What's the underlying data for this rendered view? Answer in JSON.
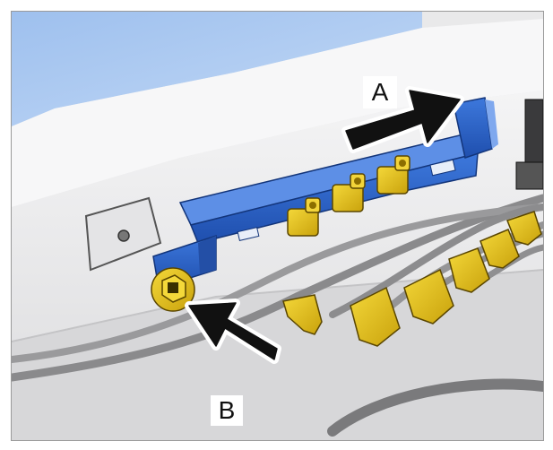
{
  "figure": {
    "callouts": {
      "a": "A",
      "b": "B"
    },
    "arrows": {
      "a_direction": "right",
      "b_direction": "up-left"
    },
    "colors": {
      "bracket": "#2b63c9",
      "connectors": "#e7c21d",
      "body_panel": "#ececec",
      "sky": "#a9c8f2",
      "cables": "#8f8f8f",
      "arrow_fill": "#111111"
    }
  }
}
